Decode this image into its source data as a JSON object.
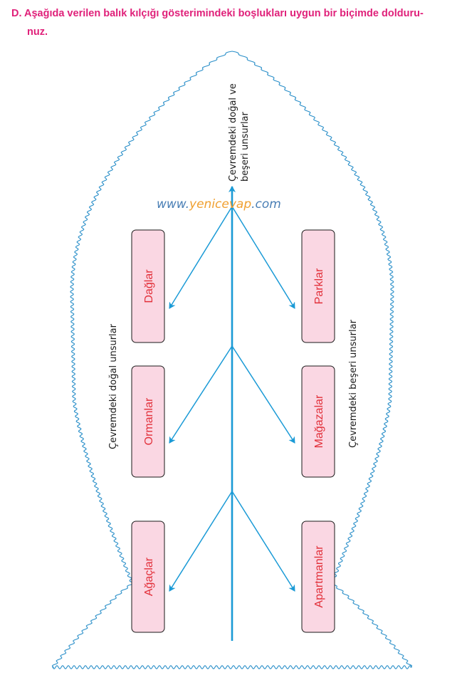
{
  "question": {
    "prefix": "D.",
    "line1": "Aşağıda verilen balık kılçığı gösterimindeki boşlukları uygun bir biçimde dolduru-",
    "line2": "nuz."
  },
  "diagram": {
    "top_label_line1": "Çevremdeki doğal ve",
    "top_label_line2": "beşeri unsurlar",
    "left_label": "Çevremdeki doğal unsurlar",
    "right_label": "Çevremdeki beşeri unsurlar",
    "left_boxes": [
      "Dağlar",
      "Ormanlar",
      "Ağaçlar"
    ],
    "right_boxes": [
      "Parklar",
      "Mağazalar",
      "Apartmanlar"
    ],
    "colors": {
      "arrow": "#1a9ad6",
      "box_fill": "#fad7e3",
      "box_text": "#e2303a",
      "title": "#e0217a",
      "outline": "#2a8fc9"
    }
  },
  "watermark": {
    "pre": "www.",
    "hl": "yenicevap",
    "post": ".com"
  }
}
